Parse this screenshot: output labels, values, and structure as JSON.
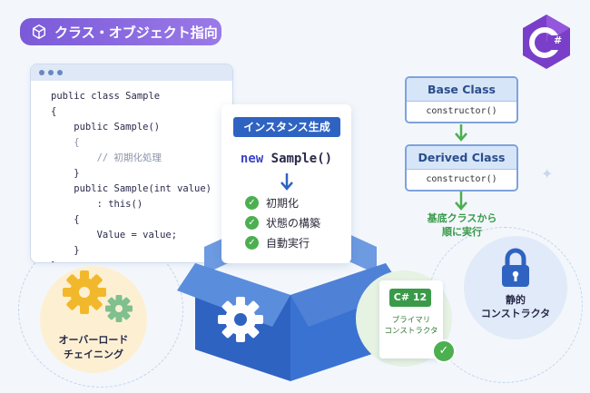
{
  "badge": {
    "label": "クラス・オブジェクト指向",
    "color": "#8060dc"
  },
  "logo": {
    "text": "C#",
    "color": "#7a3fc8"
  },
  "code": {
    "lines": [
      "public class Sample",
      "{",
      "    public Sample()",
      "    {",
      "        // 初期化処理",
      "    }",
      "    public Sample(int value)",
      "        : this()",
      "    {",
      "        Value = value;",
      "    }",
      "}"
    ]
  },
  "instance": {
    "title": "インスタンス生成",
    "code": "new Sample()",
    "steps": [
      "初期化",
      "状態の構築",
      "自動実行"
    ]
  },
  "diagram": {
    "base": {
      "name": "Base Class",
      "member": "constructor()"
    },
    "derived": {
      "name": "Derived Class",
      "member": "constructor()"
    },
    "note_line1": "基底クラスから",
    "note_line2": "順に実行"
  },
  "overload": {
    "line1": "オーバーロード",
    "line2": "チェイニング"
  },
  "primary": {
    "badge": "C# 12",
    "line1": "プライマリ",
    "line2": "コンストラクタ"
  },
  "static": {
    "line1": "静的",
    "line2": "コンストラクタ"
  },
  "colors": {
    "accent": "#2f63c2",
    "green": "#4caf50",
    "purple": "#7a5ad8"
  }
}
